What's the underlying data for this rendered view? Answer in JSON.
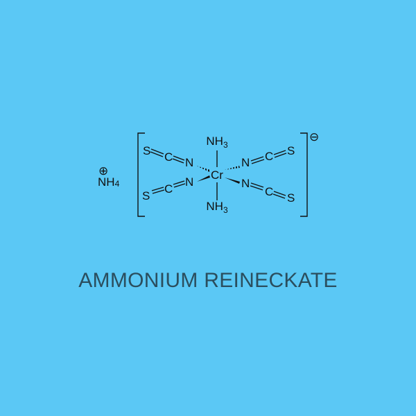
{
  "colors": {
    "background": "#5bc8f5",
    "ink": "#111111",
    "title": "#2b4e5e"
  },
  "cation": {
    "label": "NH",
    "subscript": "4",
    "charge_symbol": "⊕"
  },
  "complex": {
    "metal": "Cr",
    "top_ligand": {
      "label": "NH",
      "subscript": "3"
    },
    "bottom_ligand": {
      "label": "NH",
      "subscript": "3"
    },
    "thiocyanate_atoms": {
      "s": "S",
      "c": "C",
      "n": "N"
    },
    "charge_symbol": "⊖"
  },
  "title": "AMMONIUM REINECKATE"
}
